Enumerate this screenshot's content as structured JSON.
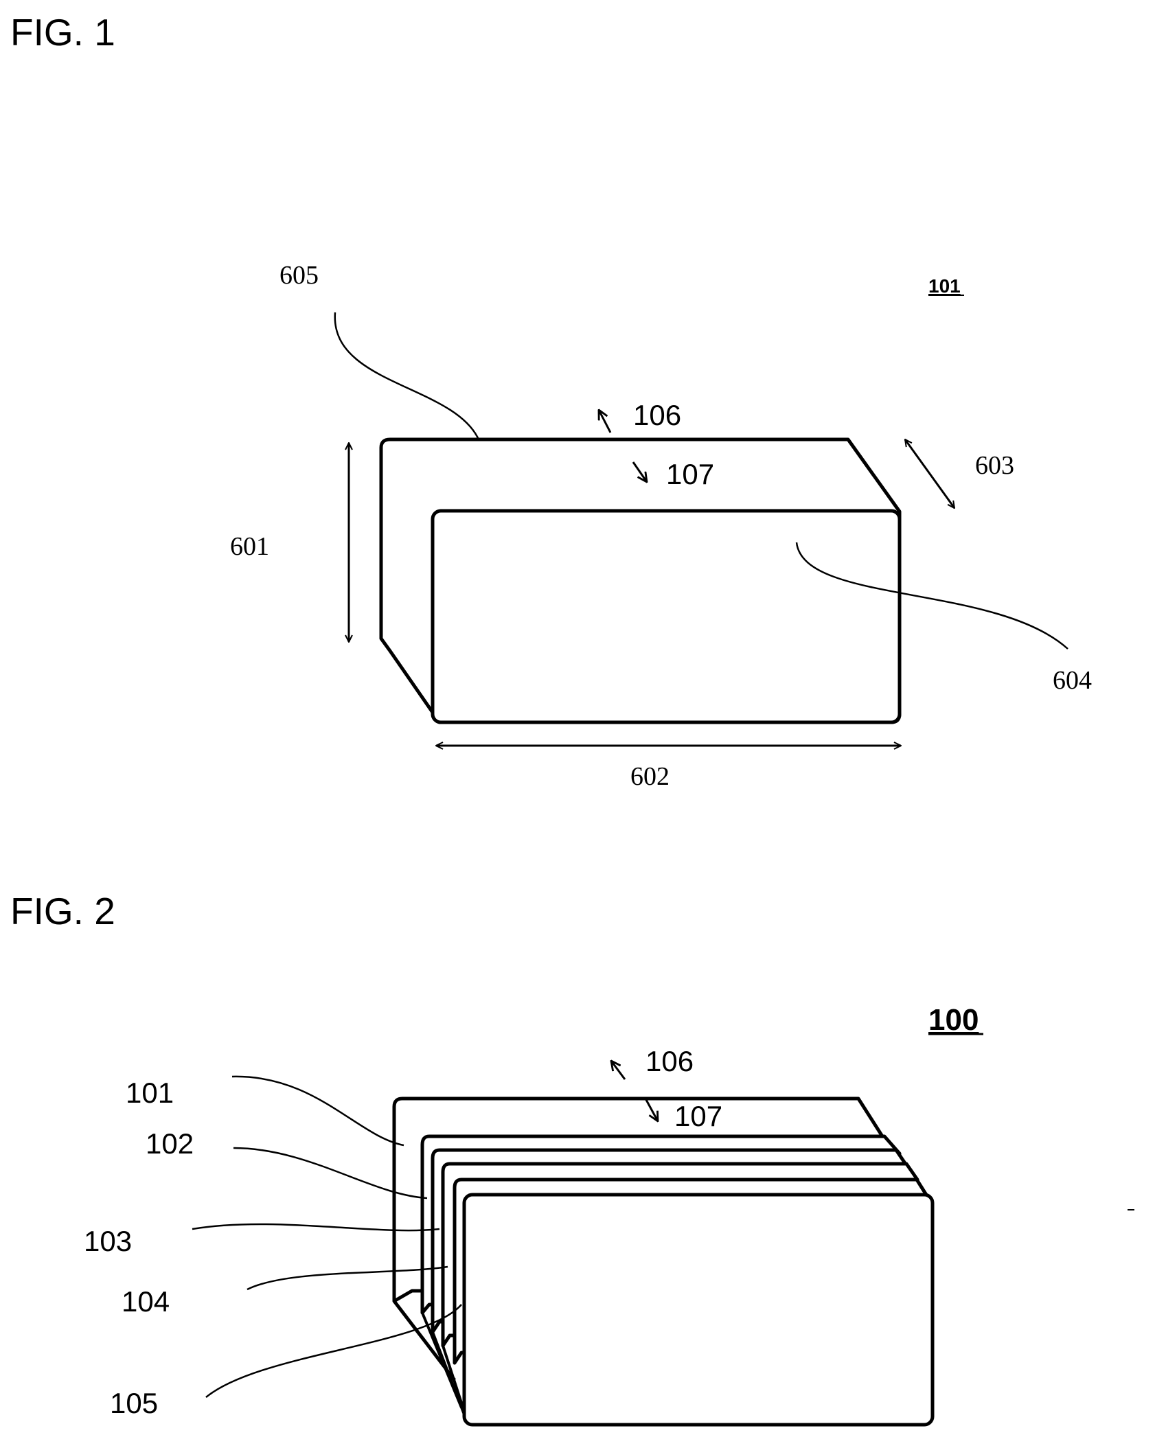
{
  "fig1": {
    "title": "FIG. 1",
    "ref": "101",
    "labels": {
      "l605": "605",
      "l106": "106",
      "l107": "107",
      "l603": "603",
      "l601": "601",
      "l604": "604",
      "l602": "602"
    }
  },
  "fig2": {
    "title": "FIG. 2",
    "ref": "100",
    "labels": {
      "l106": "106",
      "l107": "107",
      "l101": "101",
      "l102": "102",
      "l103": "103",
      "l104": "104",
      "l105": "105"
    }
  }
}
